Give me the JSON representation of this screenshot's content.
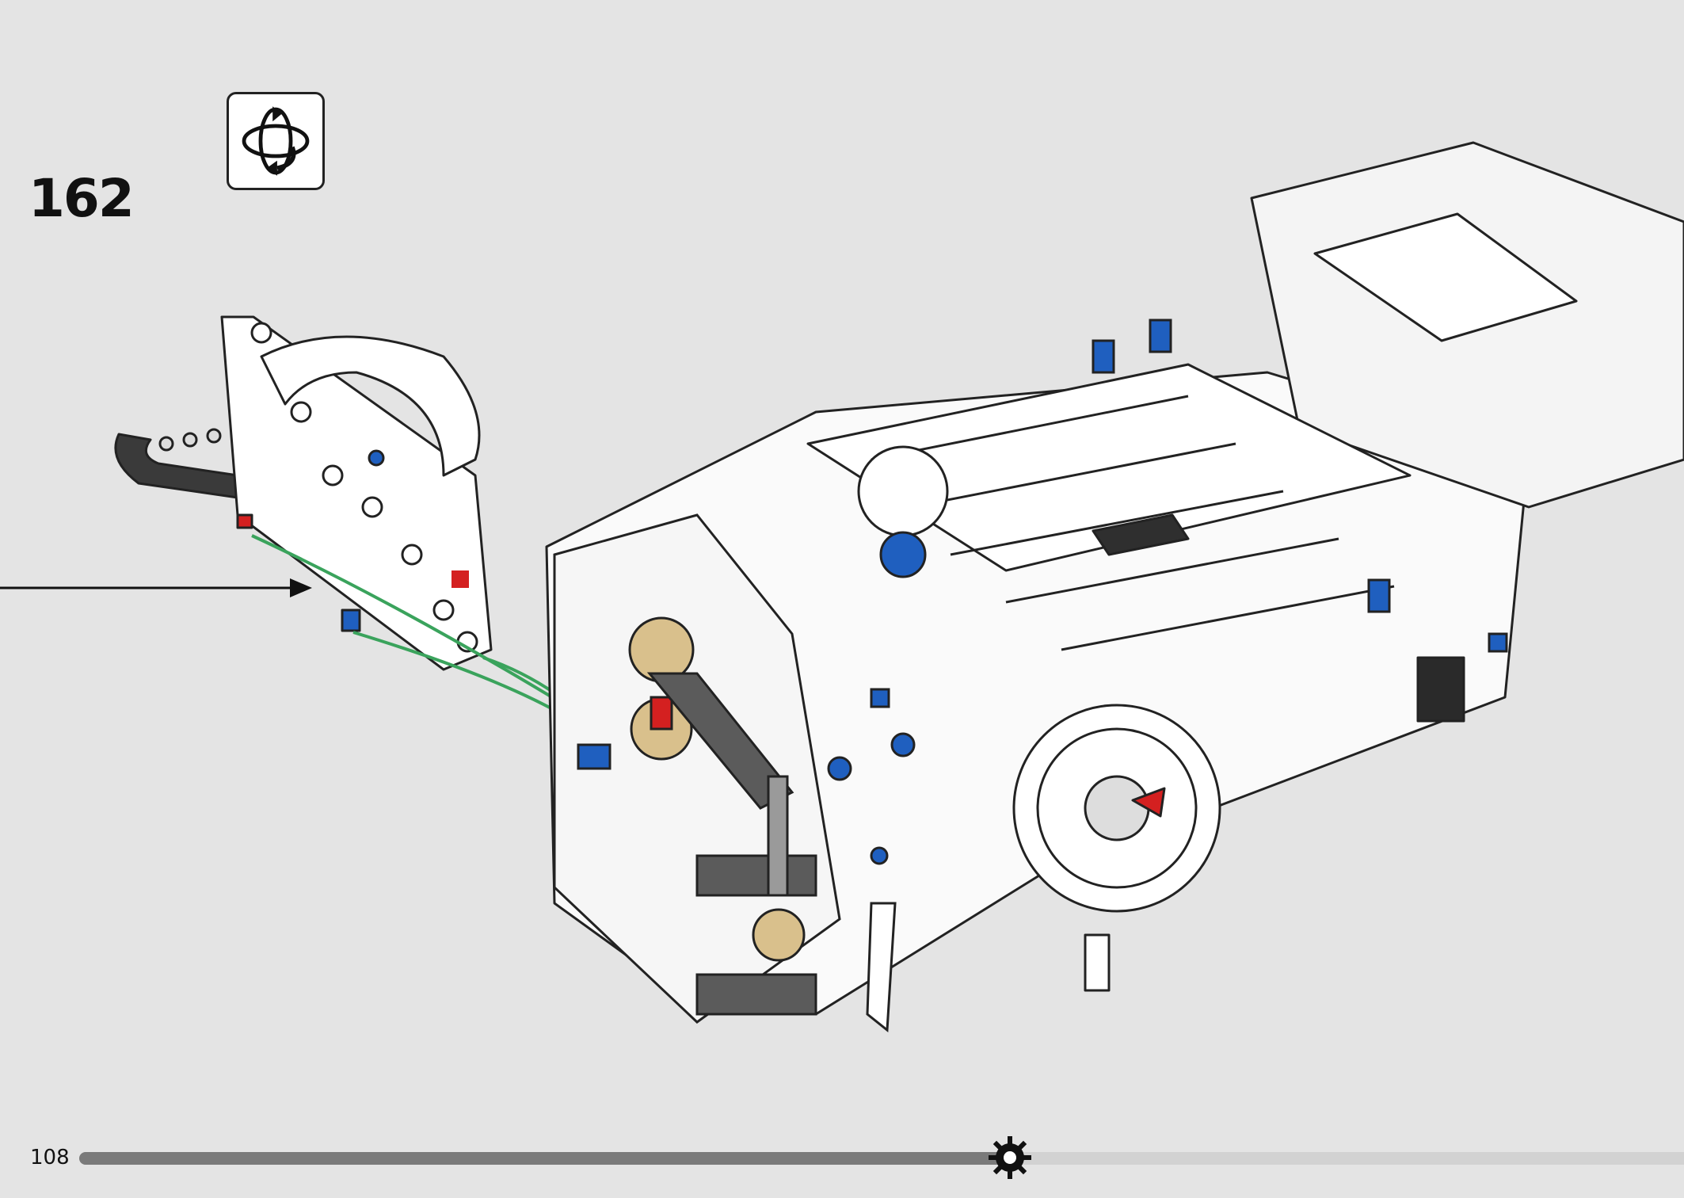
{
  "step": {
    "number": "162"
  },
  "rotate_indicator": {
    "icon": "rotate-model-icon"
  },
  "footer": {
    "page_number": "108",
    "progress": 0.58,
    "progress_marker_icon": "gear-progress-icon"
  },
  "colors": {
    "background": "#e4e4e4",
    "arrow_path": "#3aa35c",
    "pin_blue": "#1f5fbf",
    "gear_tan": "#d9c08c",
    "beam_dark_grey": "#5b5b5b",
    "accent_red": "#d42020"
  }
}
